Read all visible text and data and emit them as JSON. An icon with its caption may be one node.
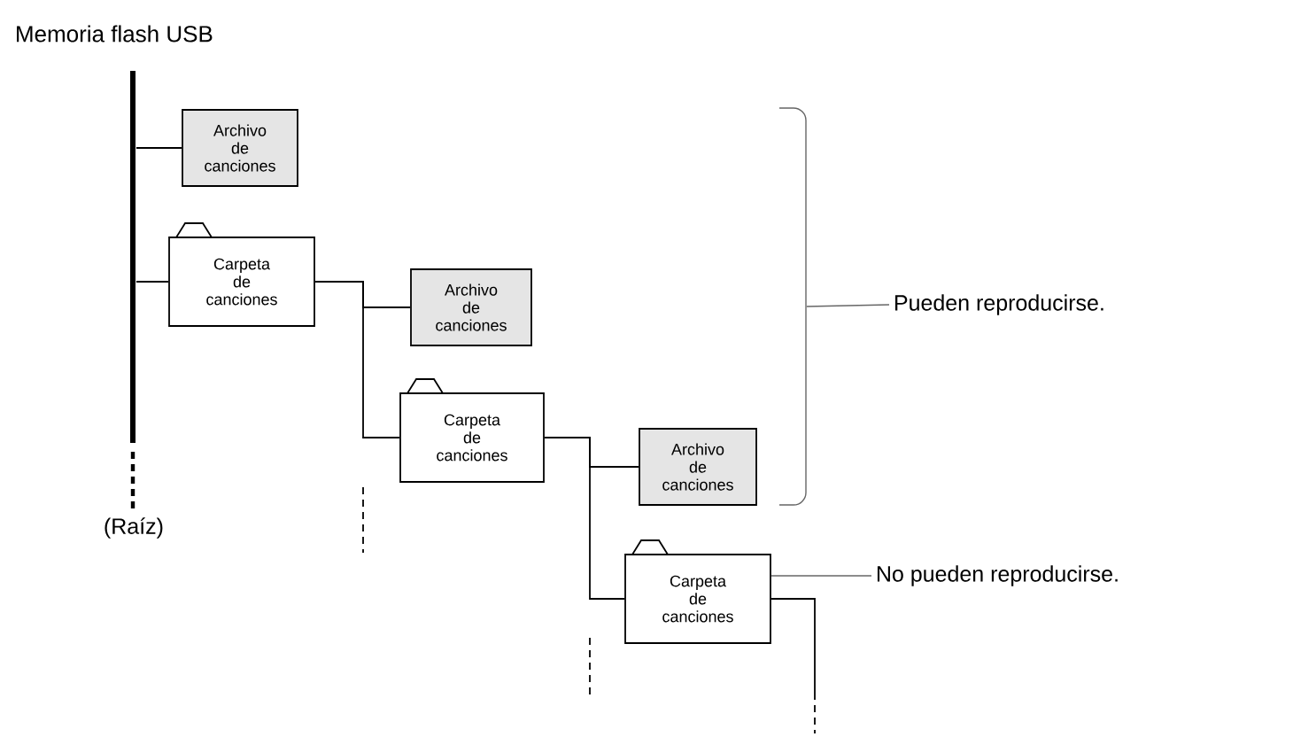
{
  "diagram": {
    "title": "Memoria flash USB",
    "nodes": [
      {
        "text": [],
        "shape": "bar"
      },
      {
        "text": [
          "Archivo de canciones"
        ]
      },
      {
        "text": [
          "Carpeta de canciones"
        ]
      },
      {
        "text": [
          "Archivo de canciones"
        ]
      },
      {
        "text": [
          "Carpeta de canciones"
        ]
      },
      {
        "text": [
          "Archivo de canciones"
        ]
      },
      {
        "text": [
          "Carpeta de canciones"
        ]
      },
      {
        "text": [
          "Pueden reproducirse."
        ]
      },
      {
        "text": [
          "No pueden reproducirse."
        ]
      },
      {
        "text": [],
        "shape": "bracket"
      }
    ],
    "edges": [
      {
        "from": 0,
        "to": 1,
        "arrow": "none"
      },
      {
        "from": 0,
        "to": 2,
        "arrow": "none"
      },
      {
        "from": 2,
        "to": 3,
        "arrow": "none"
      },
      {
        "from": 2,
        "to": 4,
        "arrow": "none"
      },
      {
        "from": 4,
        "to": 5,
        "arrow": "none"
      },
      {
        "from": 4,
        "to": 6,
        "arrow": "none"
      },
      {
        "from": 6,
        "to": null,
        "arrow": "none"
      },
      {
        "from": 7,
        "to": 9,
        "arrow": "none",
        "color": "#666666"
      },
      {
        "from": 8,
        "to": 6,
        "arrow": "none",
        "color": "#666666"
      }
    ],
    "labels": [
      "(Raíz)"
    ]
  }
}
